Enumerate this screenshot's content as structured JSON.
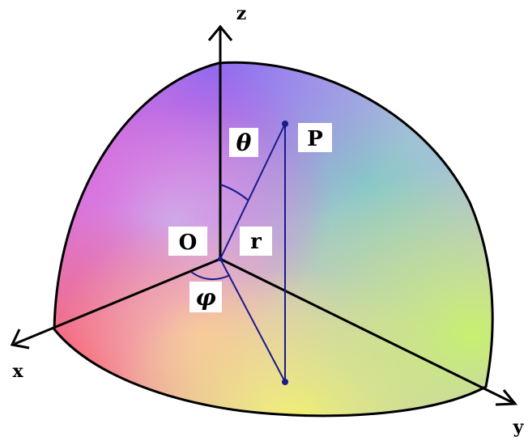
{
  "diagram": {
    "axes": {
      "x_label": "x",
      "y_label": "y",
      "z_label": "z"
    },
    "labels": {
      "origin": "O",
      "point": "P",
      "radius": "r",
      "polar_angle": "θ",
      "azimuth_angle": "φ"
    },
    "colors": {
      "axis": "#000000",
      "vector": "#1a1a8c",
      "surface_outline": "#000000",
      "gradient_magenta": "#e04ad8",
      "gradient_violet": "#8a6cf0",
      "gradient_red": "#ff5a6a",
      "gradient_yellow": "#f4f070",
      "gradient_green": "#c8f070",
      "gradient_teal": "#88c8c8",
      "gradient_gray": "#c8c8c8"
    }
  }
}
